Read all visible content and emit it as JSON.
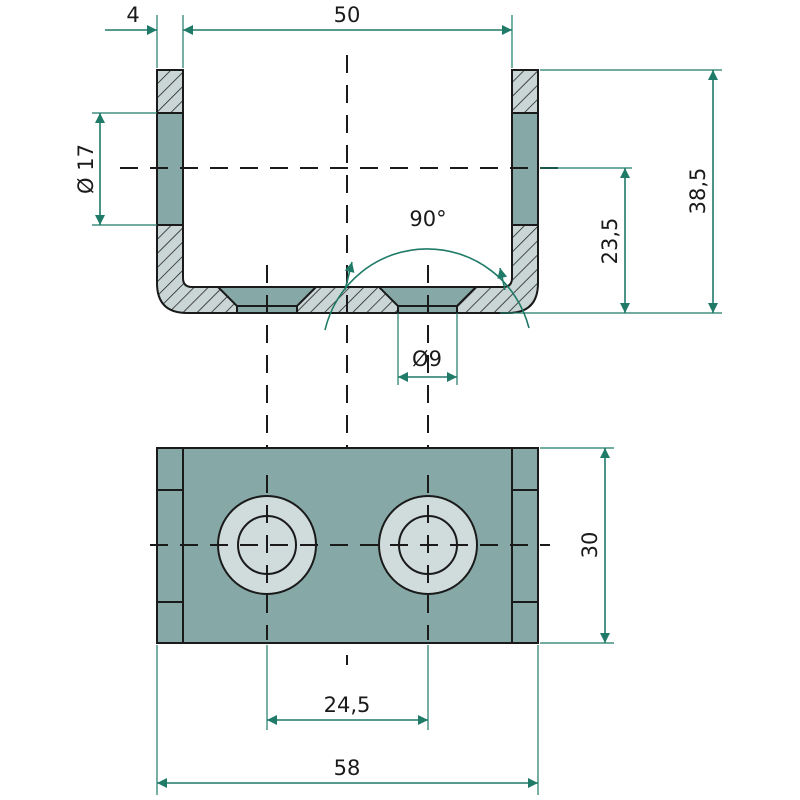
{
  "drawing": {
    "dimensions": {
      "wall_thickness": "4",
      "inner_width": "50",
      "side_hole_diameter": "Ø 17",
      "total_height": "38,5",
      "hole_center_height": "23,5",
      "countersink_angle": "90°",
      "bottom_hole_diameter": "Ø9",
      "depth": "30",
      "hole_spacing": "24,5",
      "total_width": "58"
    },
    "colors": {
      "dimension": "#1f7a68",
      "part_fill": "#86a8a6",
      "section_fill": "#c9d6d5",
      "washer_fill": "#cfdcdb"
    }
  }
}
